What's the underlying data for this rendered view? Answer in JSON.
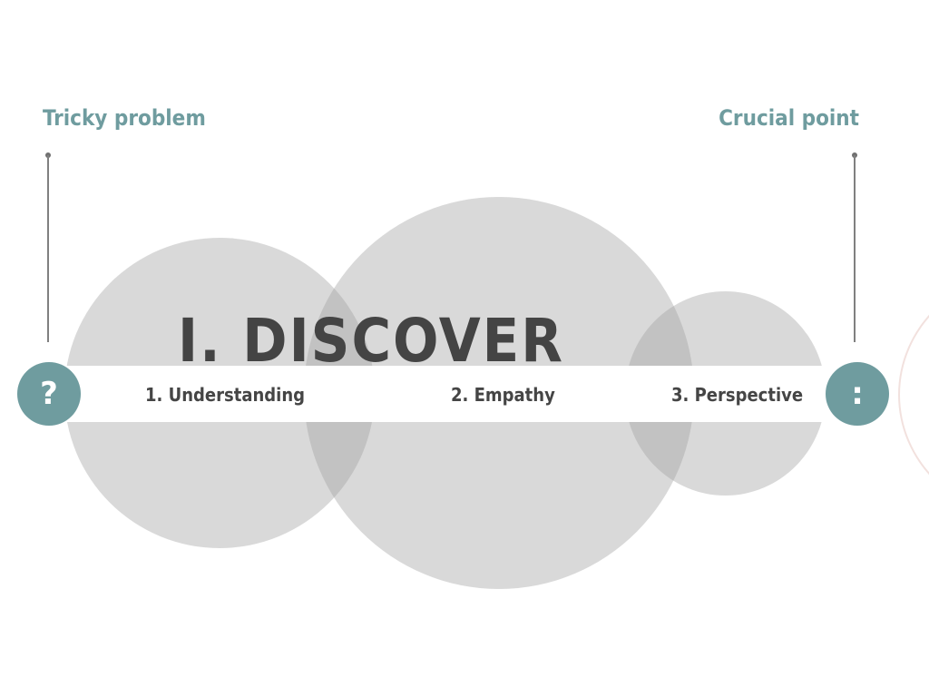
{
  "labels": {
    "left": "Tricky problem",
    "right": "Crucial point"
  },
  "headline": "I. DISCOVER",
  "steps": [
    {
      "label": "1. Understanding"
    },
    {
      "label": "2. Empathy"
    },
    {
      "label": "3. Perspective"
    }
  ],
  "badges": {
    "left": {
      "glyph": "?",
      "icon": "question-icon"
    },
    "right": {
      "glyph": ":",
      "icon": "colon-icon"
    }
  },
  "colors": {
    "accent": "#6f9c9f",
    "circle": "#a0a0a0",
    "text": "#444444",
    "edge": "#e8c8c3"
  }
}
